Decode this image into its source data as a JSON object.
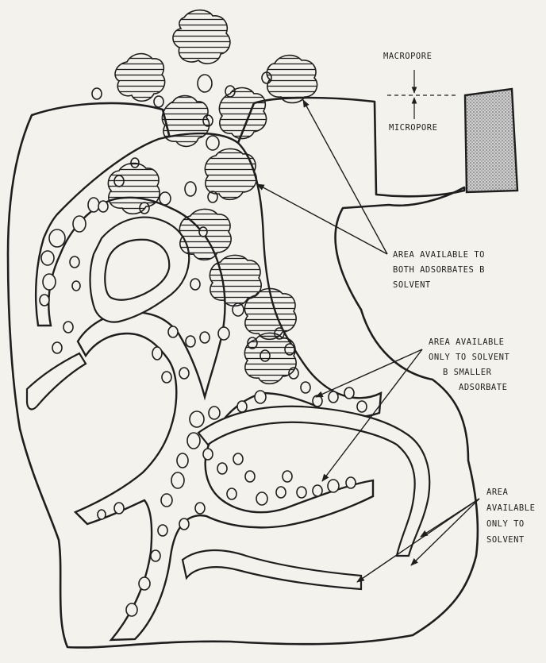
{
  "legend": {
    "macropore": "MACROPORE",
    "micropore": "MICROPORE"
  },
  "labels": {
    "both": [
      "AREA AVAILABLE TO",
      "BOTH ADSORBATES B",
      "SOLVENT"
    ],
    "solvent_smaller": [
      "AREA AVAILABLE",
      "ONLY TO SOLVENT",
      "B SMALLER",
      "ADSORBATE"
    ],
    "solvent_only": [
      "AREA",
      "AVAILABLE",
      "ONLY TO",
      "SOLVENT"
    ]
  },
  "colors": {
    "ink": "#1e1e1e",
    "paper": "#f4f2ed",
    "stipple": "#6e6e6e"
  }
}
